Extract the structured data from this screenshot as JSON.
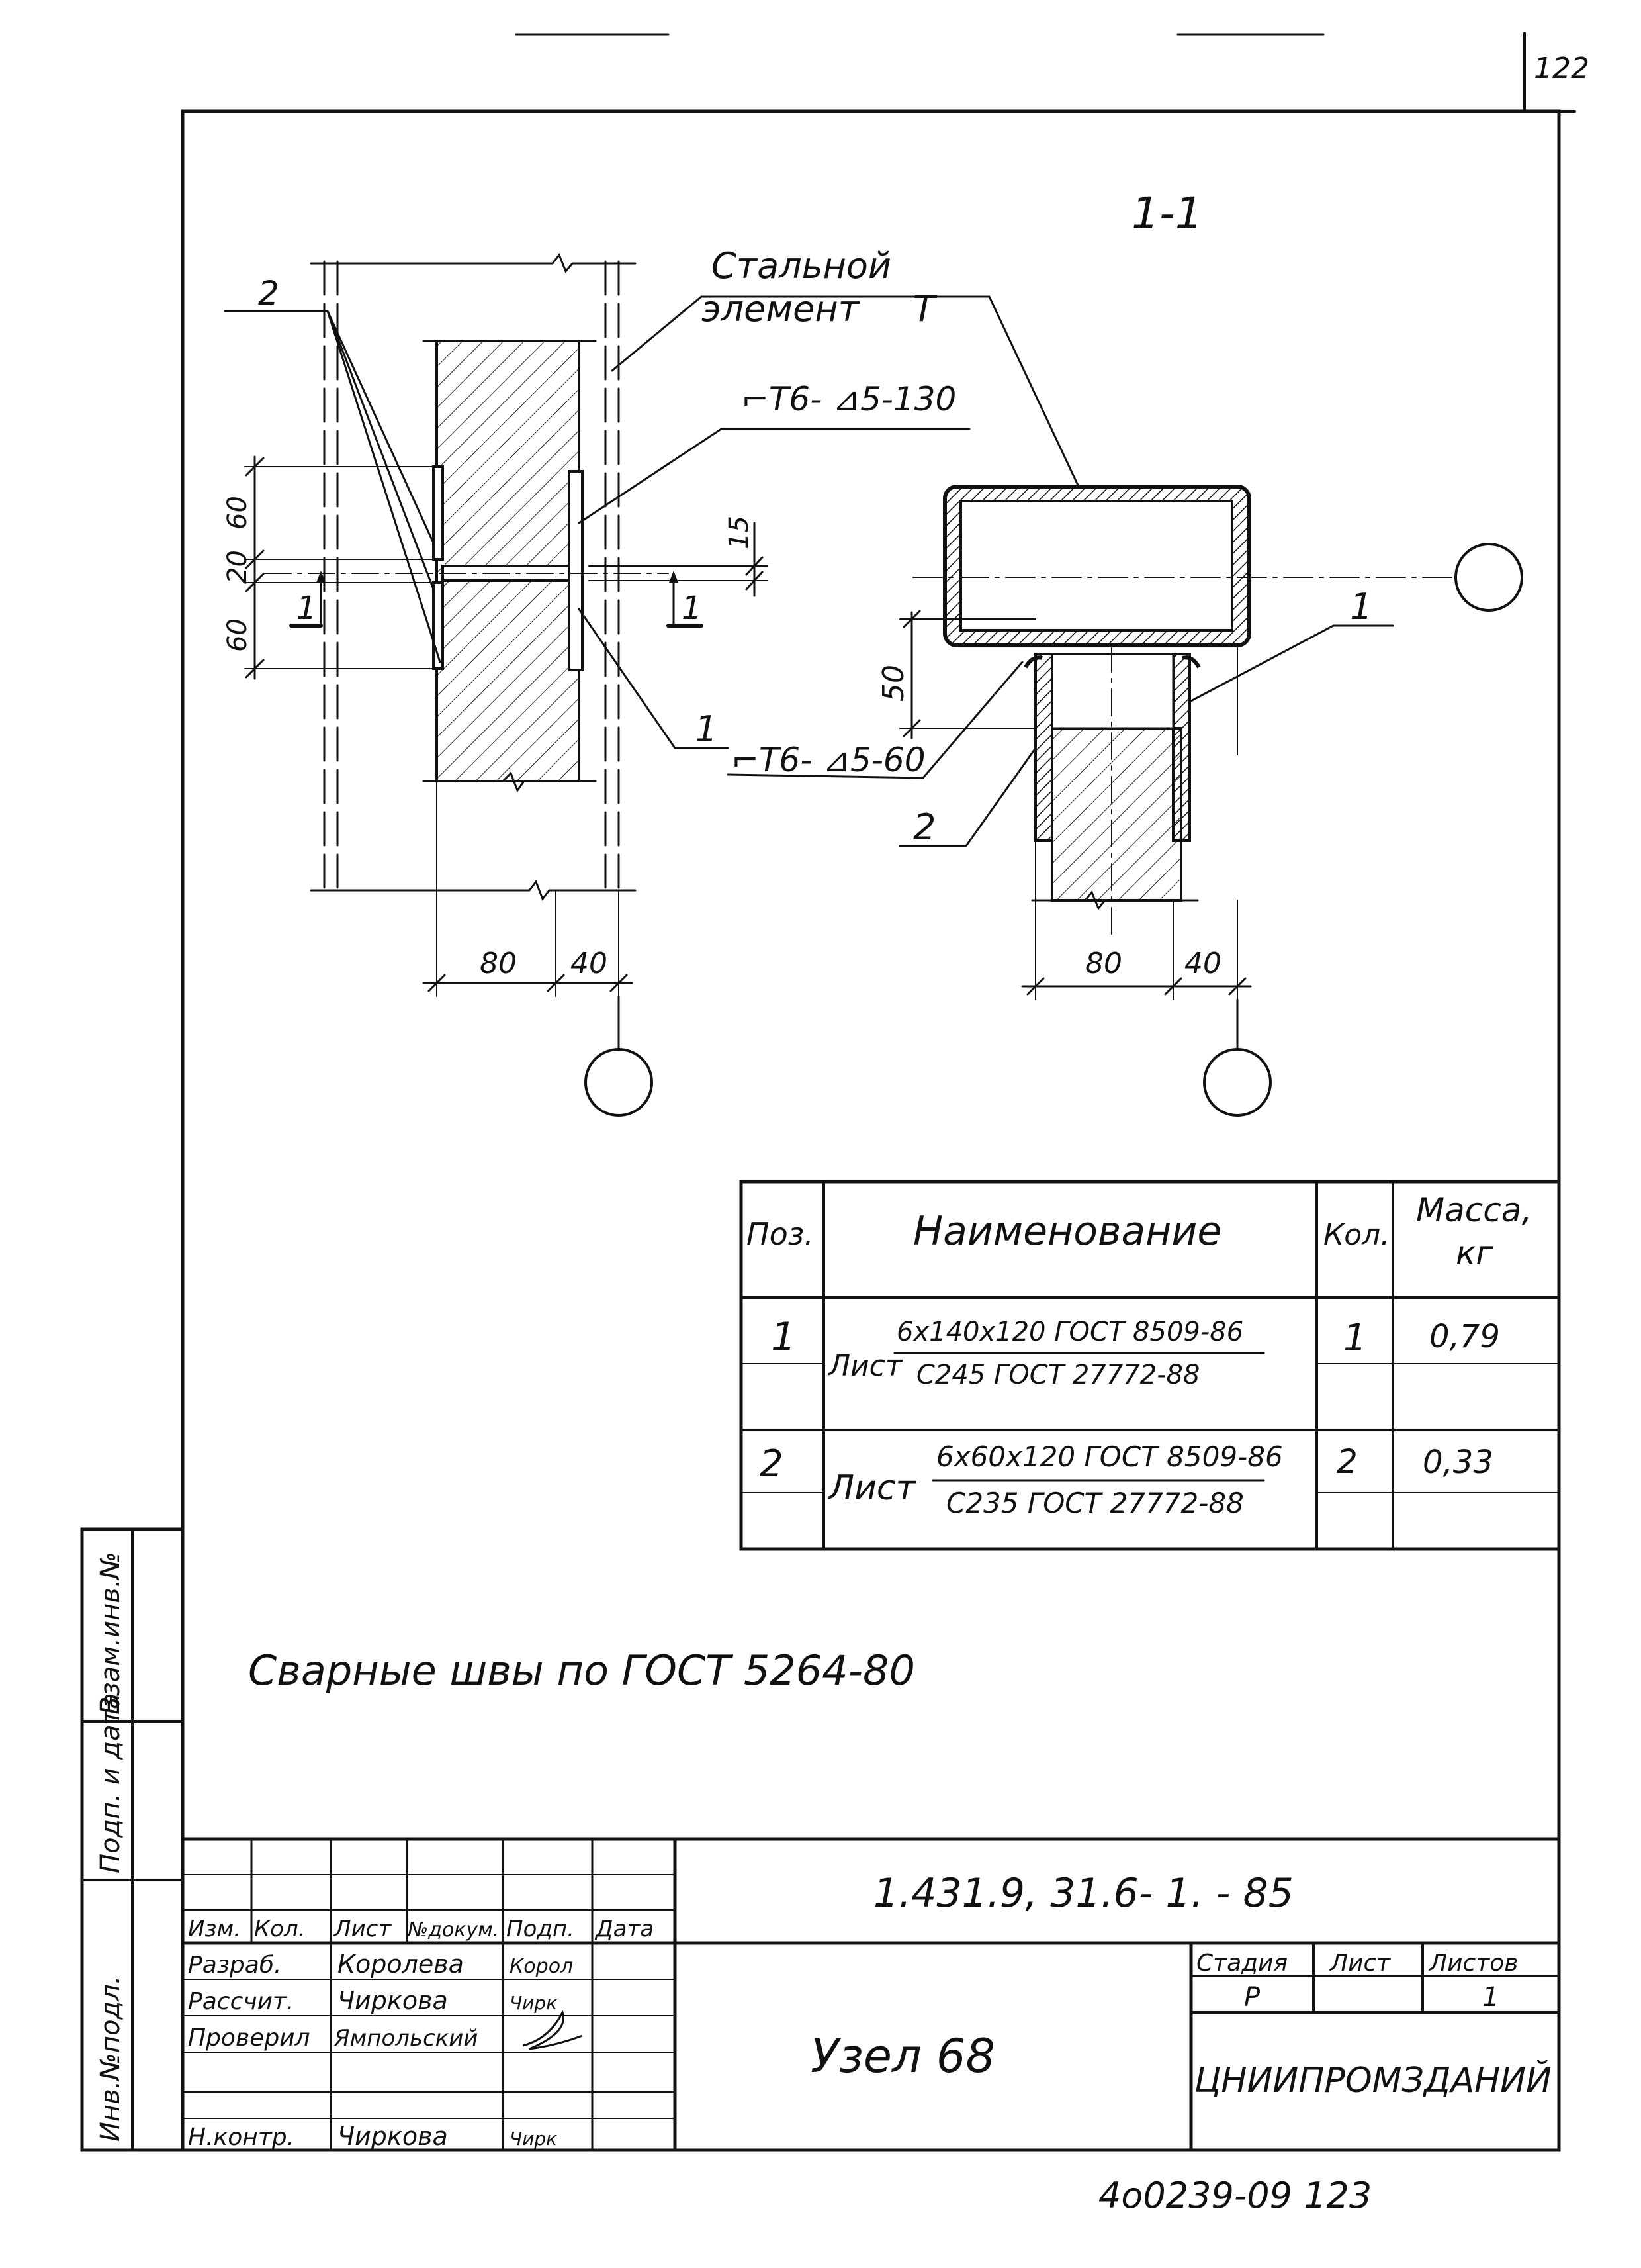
{
  "sheet": {
    "corner_number": "122",
    "bottom_stamp": "4о0239-09  123"
  },
  "drawing": {
    "section_label": "1-1",
    "callout_element": "Стальной элемент Т",
    "callout_element_line1": "Стальной",
    "callout_element_line2": "элемент",
    "callout_element_mark": "Т",
    "weld_upper": "⌐Т6- ⊿5-130",
    "weld_lower": "⌐Т6- ⊿5-60",
    "pos_1": "1",
    "pos_2": "2",
    "section_mark": "1",
    "dims_left_vertical": [
      "60",
      "20",
      "60"
    ],
    "dim_15": "15",
    "dim_50": "50",
    "dims_bottom": [
      "80",
      "40"
    ]
  },
  "spec_table": {
    "headers": {
      "pos": "Поз.",
      "name": "Наименование",
      "qty": "Кол.",
      "mass": "Масса, кг"
    },
    "header_mass_line1": "Масса,",
    "header_mass_line2": "кг",
    "rows": [
      {
        "pos": "1",
        "prefix": "Лист",
        "numerator": "6х140х120 ГОСТ 8509-86",
        "denominator": "С245 ГОСТ 27772-88",
        "qty": "1",
        "mass": "0,79"
      },
      {
        "pos": "2",
        "prefix": "Лист",
        "numerator": "6х60х120 ГОСТ 8509-86",
        "denominator": "С235 ГОСТ 27772-88",
        "qty": "2",
        "mass": "0,33"
      }
    ]
  },
  "note": "Сварные швы по ГОСТ 5264-80",
  "side_stamp": [
    "Инв.№подл.",
    "Подп. и дата",
    "Взам.инв.№"
  ],
  "title_block": {
    "doc_code": "1.431.9, 31.6- 1. - 85",
    "title": "Узел 68",
    "org": "ЦНИИПРОМЗДАНИЙ",
    "col_headers": [
      "Изм.",
      "Кол.",
      "Лист",
      "№докум.",
      "Подп.",
      "Дата"
    ],
    "roles": [
      {
        "role": "Разраб.",
        "name": "Королева",
        "sign": "Корол"
      },
      {
        "role": "Рассчит.",
        "name": "Чиркова",
        "sign": "Чирк"
      },
      {
        "role": "Проверил",
        "name": "Ямпольский",
        "sign": ""
      },
      {
        "role": "",
        "name": "",
        "sign": ""
      },
      {
        "role": "Н.контр.",
        "name": "Чиркова",
        "sign": "Чирк"
      }
    ],
    "stage_label": "Стадия",
    "sheet_label": "Лист",
    "sheets_label": "Листов",
    "stage": "Р",
    "sheet": "",
    "sheets": "1"
  }
}
